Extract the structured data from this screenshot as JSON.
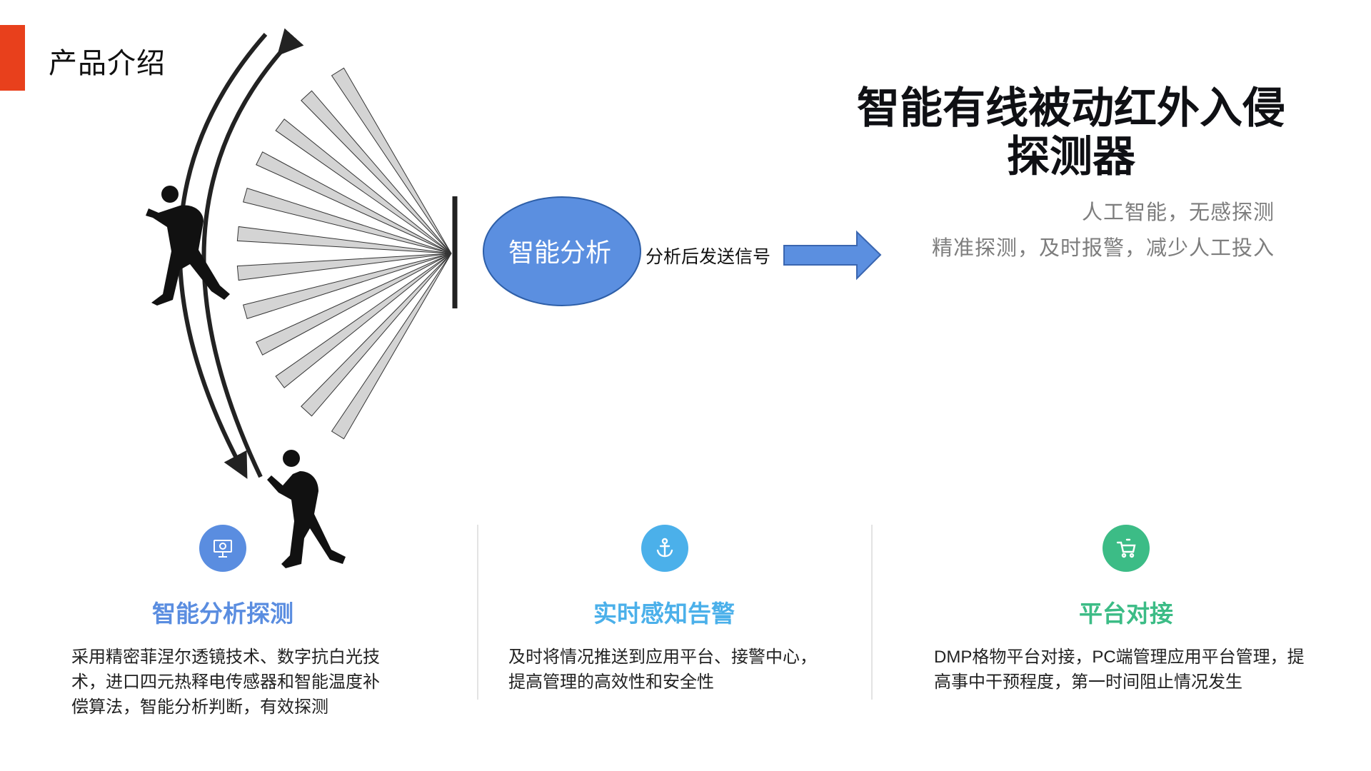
{
  "page": {
    "title": "产品介绍"
  },
  "headline": {
    "line1": "智能有线被动红外入侵",
    "line2": "探测器"
  },
  "taglines": [
    "人工智能，无感探测",
    "精准探测，及时报警，减少人工投入"
  ],
  "diagram": {
    "analysis_label": "智能分析",
    "send_label": "分析后发送信号",
    "colors": {
      "analysis": "#5b8fe0",
      "arrow": "#5b8fe0",
      "beam": "#d4d4d4"
    }
  },
  "features": [
    {
      "title": "智能分析探测",
      "icon": "presentation-icon",
      "color": "#5a8de0",
      "desc": [
        "采用精密菲涅尔透镜技术、数字抗白光技",
        "术，进口四元热释电传感器和智能温度补",
        "偿算法，智能分析判断，有效探测"
      ]
    },
    {
      "title": "实时感知告警",
      "icon": "anchor-icon",
      "color": "#4bb0ea",
      "desc": [
        "及时将情况推送到应用平台、接警中心，",
        "提高管理的高效性和安全性"
      ]
    },
    {
      "title": "平台对接",
      "icon": "cart-icon",
      "color": "#3cbc86",
      "desc": [
        "DMP格物平台对接，PC端管理应用平台管理，提",
        "高事中干预程度，第一时间阻止情况发生"
      ]
    }
  ]
}
